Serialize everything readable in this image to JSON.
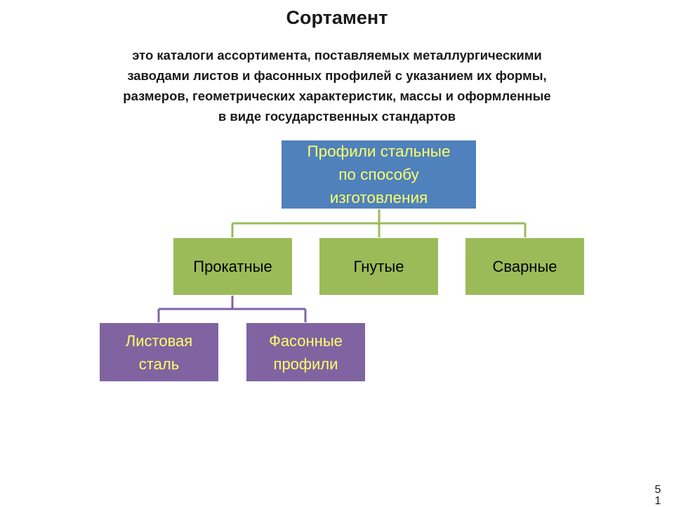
{
  "slide": {
    "title": "Сортамент",
    "definition_lines": [
      "это каталоги ассортимента, поставляемых металлургическими",
      "заводами листов и фасонных профилей с указанием их формы,",
      "размеров, геометрических характеристик, массы и оформленные",
      "в виде государственных стандартов"
    ],
    "page_number": "51"
  },
  "diagram": {
    "root": {
      "lines": [
        "Профили стальные",
        "по способу",
        "изготовления"
      ]
    },
    "level1": [
      {
        "label": "Прокатные"
      },
      {
        "label": "Гнутые"
      },
      {
        "label": "Сварные"
      }
    ],
    "level2": [
      {
        "lines": [
          "Листовая",
          "сталь"
        ]
      },
      {
        "lines": [
          "Фасонные",
          "профили"
        ]
      }
    ],
    "colors": {
      "root_fill": "#4f81bd",
      "level1_fill": "#9bbb59",
      "level2_fill": "#8064a2",
      "highlight_text": "#ffff66",
      "level1_connector": "#9bbb59",
      "level2_connector": "#8064a2"
    }
  }
}
